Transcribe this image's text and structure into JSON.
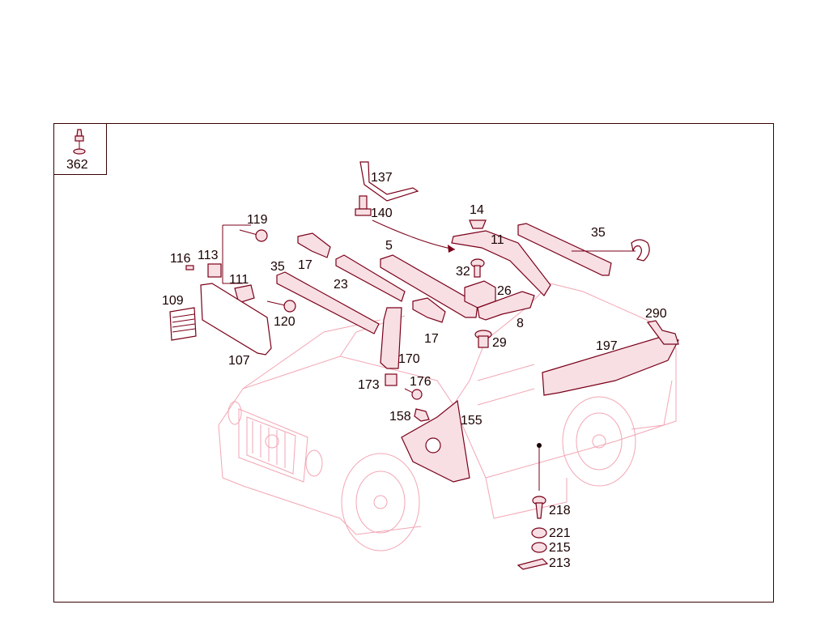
{
  "diagram": {
    "legend_label": "362",
    "callouts": [
      {
        "id": "c137",
        "text": "137"
      },
      {
        "id": "c140",
        "text": "140"
      },
      {
        "id": "c119",
        "text": "119"
      },
      {
        "id": "c5",
        "text": "5"
      },
      {
        "id": "c14",
        "text": "14"
      },
      {
        "id": "c11",
        "text": "11"
      },
      {
        "id": "c35a",
        "text": "35"
      },
      {
        "id": "c116",
        "text": "116"
      },
      {
        "id": "c113",
        "text": "113"
      },
      {
        "id": "c35b",
        "text": "35"
      },
      {
        "id": "c17a",
        "text": "17"
      },
      {
        "id": "c23",
        "text": "23"
      },
      {
        "id": "c32",
        "text": "32"
      },
      {
        "id": "c111",
        "text": "111"
      },
      {
        "id": "c26",
        "text": "26"
      },
      {
        "id": "c109",
        "text": "109"
      },
      {
        "id": "c120",
        "text": "120"
      },
      {
        "id": "c290",
        "text": "290"
      },
      {
        "id": "c8",
        "text": "8"
      },
      {
        "id": "c17b",
        "text": "17"
      },
      {
        "id": "c29",
        "text": "29"
      },
      {
        "id": "c197",
        "text": "197"
      },
      {
        "id": "c107",
        "text": "107"
      },
      {
        "id": "c170",
        "text": "170"
      },
      {
        "id": "c173",
        "text": "173"
      },
      {
        "id": "c176",
        "text": "176"
      },
      {
        "id": "c158",
        "text": "158"
      },
      {
        "id": "c155",
        "text": "155"
      },
      {
        "id": "c218",
        "text": "218"
      },
      {
        "id": "c221",
        "text": "221"
      },
      {
        "id": "c215",
        "text": "215"
      },
      {
        "id": "c213",
        "text": "213"
      }
    ]
  }
}
